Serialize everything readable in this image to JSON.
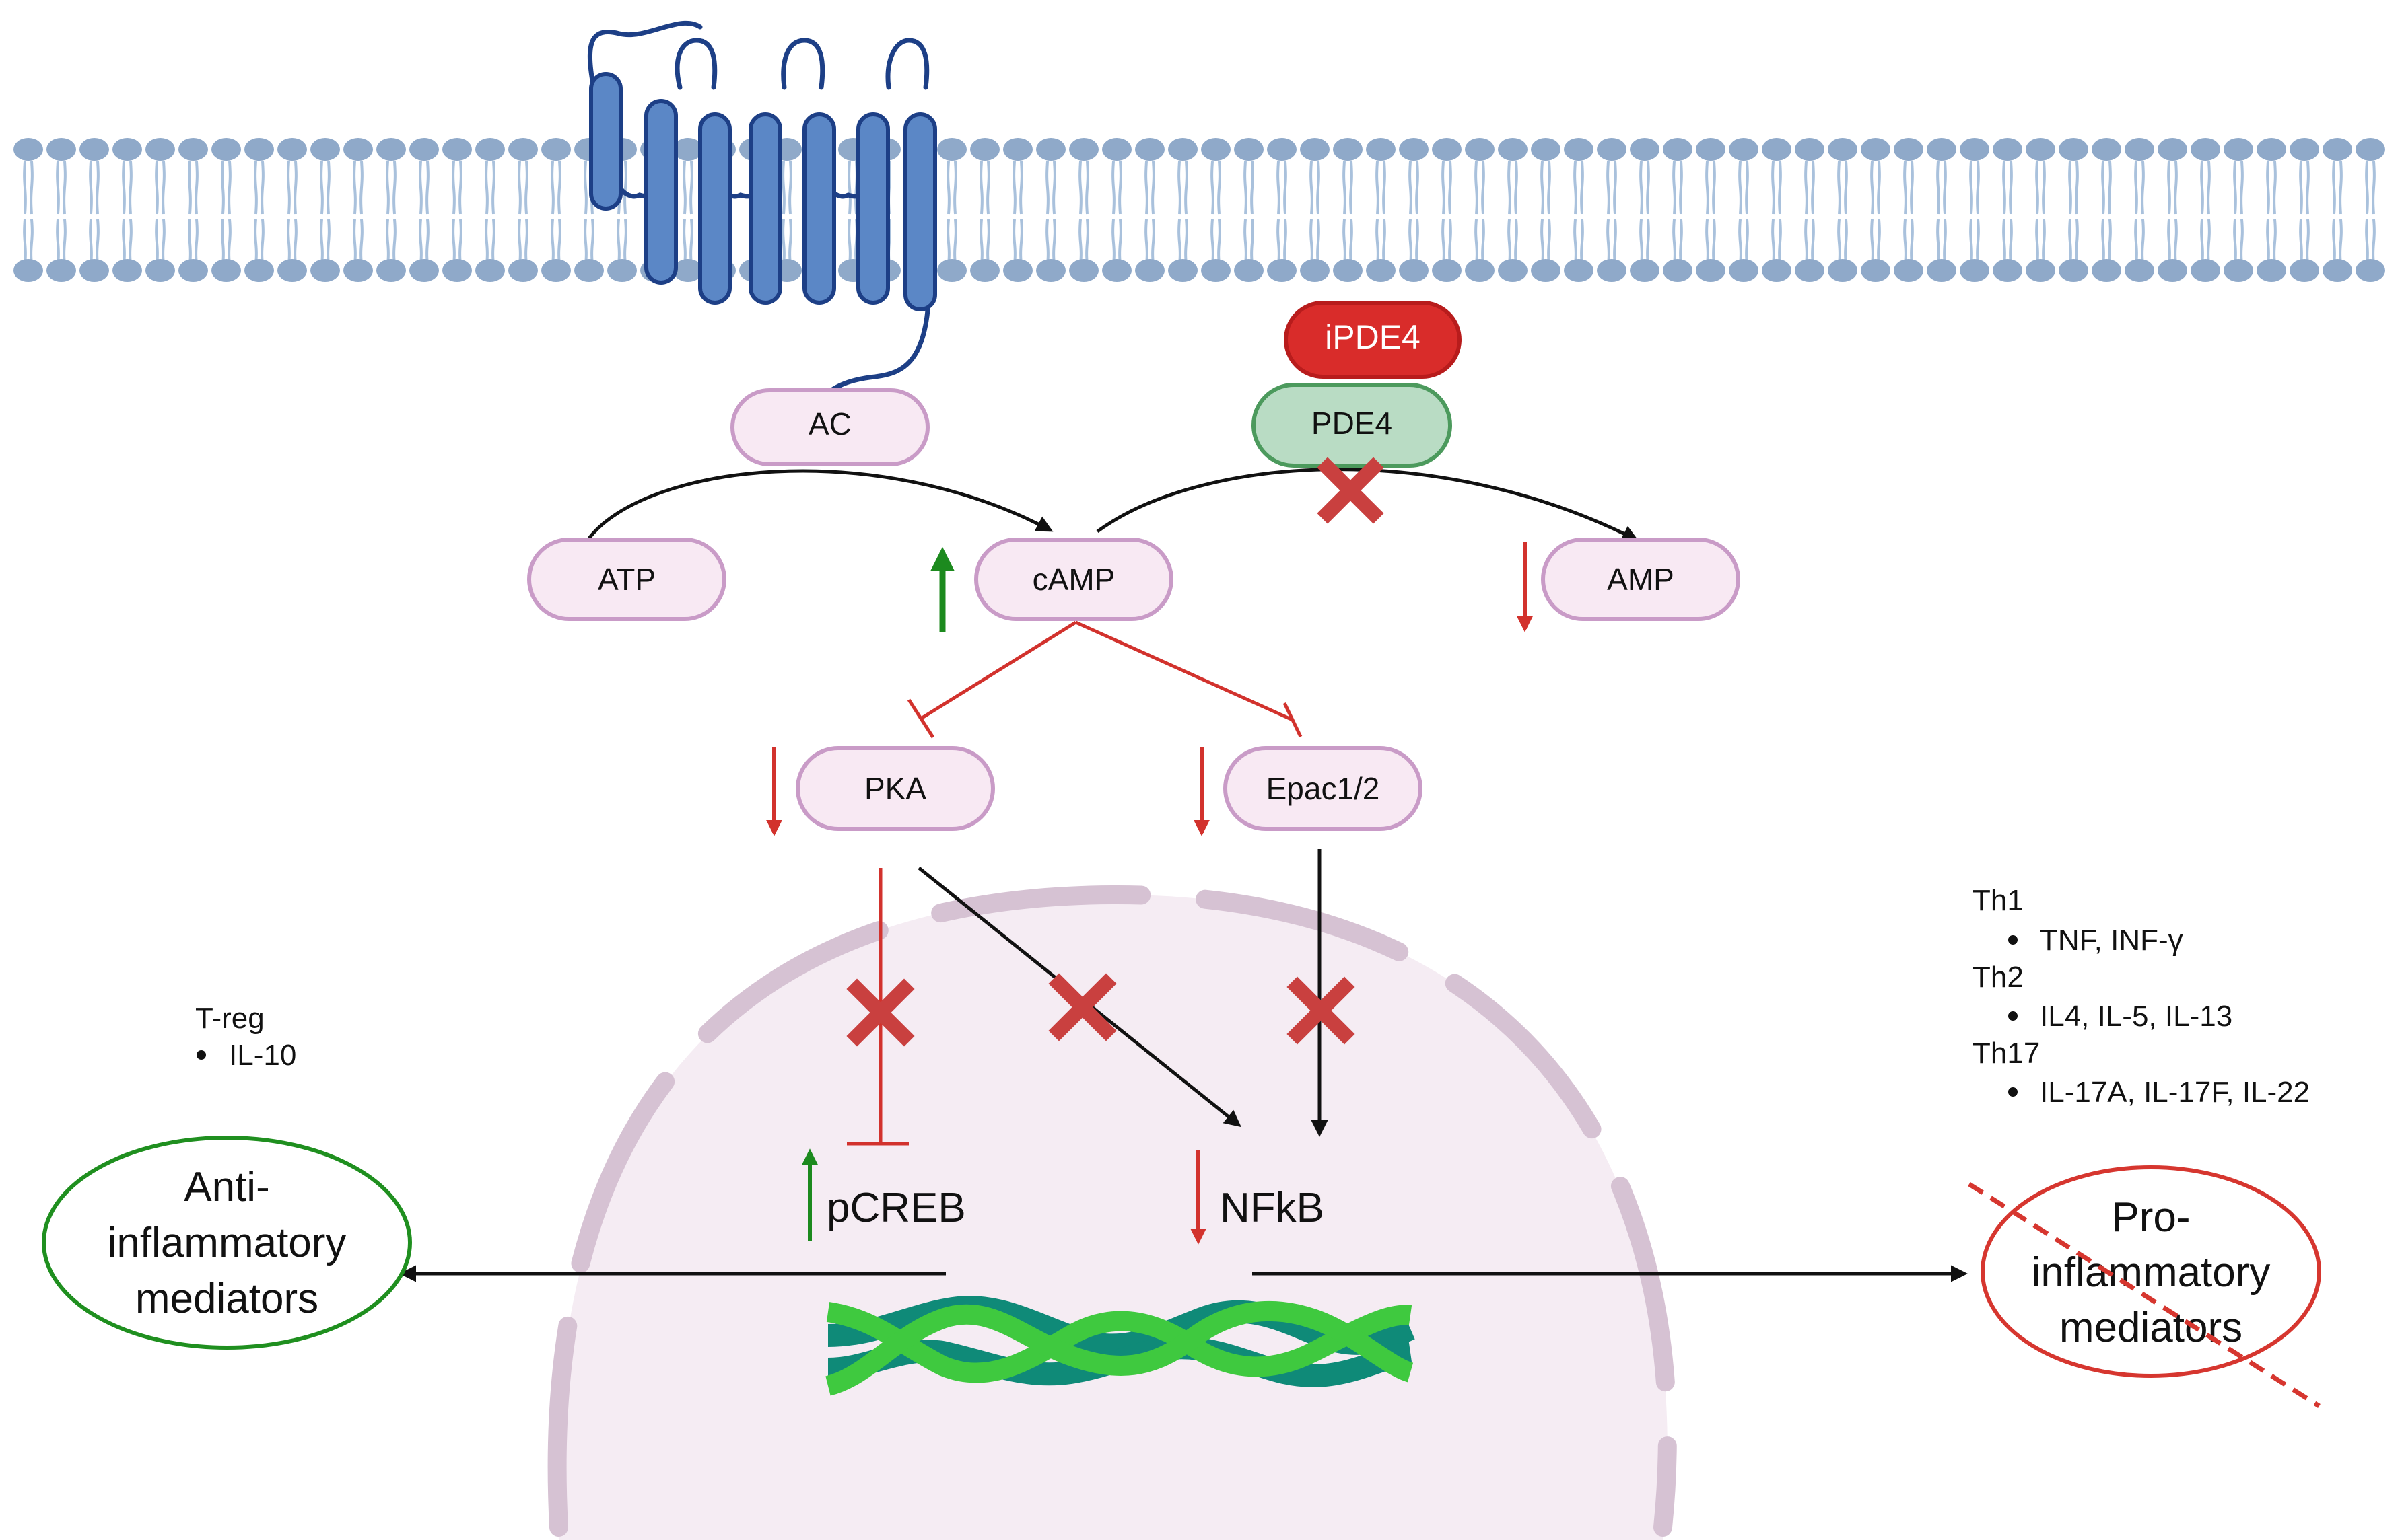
{
  "nodes": {
    "ac": "AC",
    "atp": "ATP",
    "camp": "cAMP",
    "amp": "AMP",
    "ipde4": "iPDE4",
    "pde4": "PDE4",
    "pka": "PKA",
    "epac": "Epac1/2",
    "pcreb": "pCREB",
    "nfkb": "NFkB"
  },
  "outputs": {
    "anti_line1": "Anti-",
    "anti_line2": "inflammatory",
    "anti_line3": "mediators",
    "pro_line1": "Pro-",
    "pro_line2": "inflammatory",
    "pro_line3": "mediators"
  },
  "treg": {
    "title": "T-reg",
    "items": [
      "IL-10"
    ]
  },
  "th": {
    "groups": [
      {
        "title": "Th1",
        "items": [
          "TNF, INF-γ"
        ]
      },
      {
        "title": "Th2",
        "items": [
          "IL4, IL-5, IL-13"
        ]
      },
      {
        "title": "Th17",
        "items": [
          "IL-17A, IL-17F, IL-22"
        ]
      }
    ]
  },
  "colors": {
    "membrane_head": "#8fa9c9",
    "membrane_tail": "#a9c1dc",
    "receptor_fill": "#5b87c6",
    "receptor_stroke": "#1d3f86",
    "node_fill": "#f8e9f3",
    "node_stroke": "#c99bc7",
    "pde4_fill": "#b9dcc4",
    "pde4_stroke": "#4c9a5d",
    "ipde4_fill": "#d92c2a",
    "inhibit_red": "#d2322d",
    "cross_red": "#c9403f",
    "up_green": "#1c8a1e",
    "nucleus_fill": "#f5ecf3",
    "nucleus_edge": "#d6c2d3",
    "dna_dark": "#0f8a78",
    "dna_light": "#3fc93f",
    "anti_green": "#1f8f1f",
    "pro_red": "#d6362f"
  }
}
